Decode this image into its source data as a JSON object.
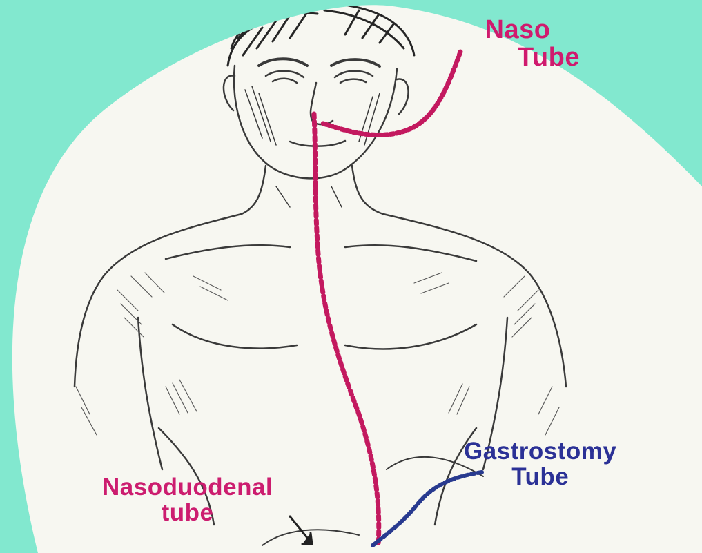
{
  "diagram": {
    "labels": {
      "nasogastric": {
        "line1": "Naso",
        "line2": "Tube"
      },
      "gastrostomy": {
        "line1": "Gastrostomy",
        "line2": "Tube"
      },
      "nasoduodenal": {
        "line1": "Nasoduodenal",
        "line2": "tube"
      }
    },
    "colors": {
      "background": "#82e8cf",
      "paper": "#f7f7f1",
      "nasal_tube": "#c3195f",
      "gastrostomy_tube": "#283a8f",
      "sketch": "#3a3a3a"
    },
    "icons": [
      "human-torso-sketch",
      "feeding-tube-path"
    ]
  }
}
